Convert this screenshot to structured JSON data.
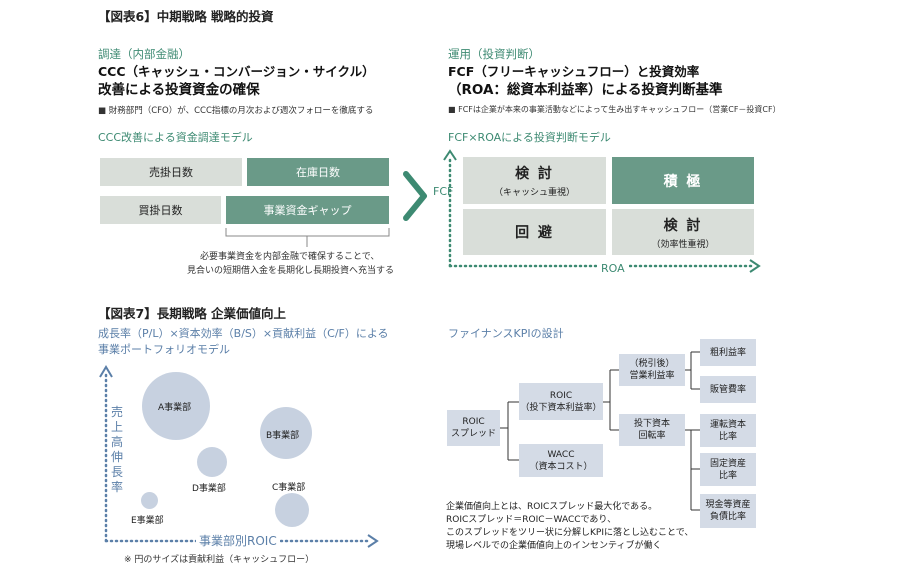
{
  "fig6": {
    "title": "【図表6】中期戦略 戦略的投資",
    "left": {
      "category": "調達（内部金融）",
      "heading_line1": "CCC（キャッシュ・コンバージョン・サイクル）",
      "heading_line2": "改善による投資資金の確保",
      "note": "■ 財務部門（CFO）が、CCC指標の月次および週次フォローを徹底する",
      "model_title": "CCC改善による資金調達モデル",
      "boxes": {
        "receivable": "売掛日数",
        "inventory": "在庫日数",
        "payable": "買掛日数",
        "gap": "事業資金ギャップ"
      },
      "caption_line1": "必要事業資金を内部金融で確保することで、",
      "caption_line2": "見合いの短期借入金を長期化し長期投資へ充当する"
    },
    "right": {
      "category": "運用（投資判断）",
      "heading_line1": "FCF（フリーキャッシュフロー）と投資効率",
      "heading_line2": "（ROA：総資本利益率）による投資判断基準",
      "note": "■ FCFは企業が本来の事業活動などによって生み出すキャッシュフロー（営業CF－投資CF）",
      "model_title": "FCF×ROAによる投資判断モデル",
      "y_axis": "FCF",
      "x_axis": "ROA",
      "cells": {
        "top_left_main": "検 討",
        "top_left_sub": "（キャッシュ重視）",
        "top_right_main": "積 極",
        "bottom_left_main": "回 避",
        "bottom_right_main": "検 討",
        "bottom_right_sub": "（効率性重視）"
      }
    }
  },
  "fig7": {
    "title": "【図表7】長期戦略 企業価値向上",
    "left": {
      "heading_line1": "成長率（P/L）×資本効率（B/S）×貢献利益（C/F）による",
      "heading_line2": "事業ポートフォリオモデル",
      "y_axis": "売上高伸長率",
      "x_axis": "事業部別ROIC",
      "footnote": "※ 円のサイズは貢献利益（キャッシュフロー）",
      "bubbles": {
        "a": "A事業部",
        "b": "B事業部",
        "c": "C事業部",
        "d": "D事業部",
        "e": "E事業部"
      }
    },
    "right": {
      "heading": "ファイナンスKPIの設計",
      "nodes": {
        "spread_l1": "ROIC",
        "spread_l2": "スプレッド",
        "roic_l1": "ROIC",
        "roic_l2": "（投下資本利益率）",
        "wacc_l1": "WACC",
        "wacc_l2": "（資本コスト）",
        "op_l1": "（税引後）",
        "op_l2": "営業利益率",
        "turn_l1": "投下資本",
        "turn_l2": "回転率",
        "gross": "粗利益率",
        "sga": "販管費率",
        "wc_l1": "運転資本",
        "wc_l2": "比率",
        "fixed_l1": "固定資産",
        "fixed_l2": "比率",
        "cash_l1": "現金等資産",
        "cash_l2": "負債比率"
      },
      "desc_line1": "企業価値向上とは、ROICスプレッド最大化である。",
      "desc_line2": "ROICスプレッド＝ROIC－WACCであり、",
      "desc_line3": "このスプレッドをツリー状に分解しKPIに落とし込むことで、",
      "desc_line4": "現場レベルでの企業価値向上のインセンティブが働く"
    }
  },
  "colors": {
    "green_dark": "#6a9a88",
    "green_light": "#d9ded9",
    "green_text": "#3d8a72",
    "blue_bubble": "#c7d1e0",
    "blue_box": "#d4dbe6",
    "blue_text": "#5b7fa8"
  }
}
